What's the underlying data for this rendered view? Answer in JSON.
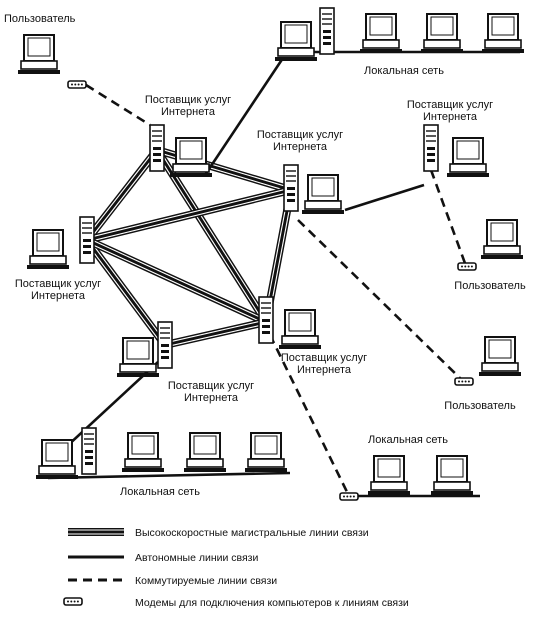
{
  "labels": {
    "user_top_left": "Пользователь",
    "isp_top_line1": "Поставщик услуг",
    "isp_top_line2": "Интернета",
    "isp_center_line1": "Поставщик услуг",
    "isp_center_line2": "Интернета",
    "isp_right_line1": "Поставщик услуг",
    "isp_right_line2": "Интернета",
    "isp_left_line1": "Поставщик услуг",
    "isp_left_line2": "Интернета",
    "isp_bottom_center_line1": "Поставщик услуг",
    "isp_bottom_center_line2": "Интернета",
    "isp_bottom_left_line1": "Поставщик услуг",
    "isp_bottom_left_line2": "Интернета",
    "lan_top": "Локальная сеть",
    "lan_bottom_left": "Локальная сеть",
    "lan_bottom_right": "Локальная сеть",
    "user_right_1": "Пользователь",
    "user_right_2": "Пользователь"
  },
  "legend": {
    "backbone": "Высокоскоростные магистральные линии связи",
    "leased": "Автономные линии связи",
    "dialup": "Коммутируемые линии связи",
    "modem": "Модемы для подключения компьютеров к линиям связи"
  },
  "colors": {
    "ink": "#111111",
    "paper": "#ffffff"
  }
}
